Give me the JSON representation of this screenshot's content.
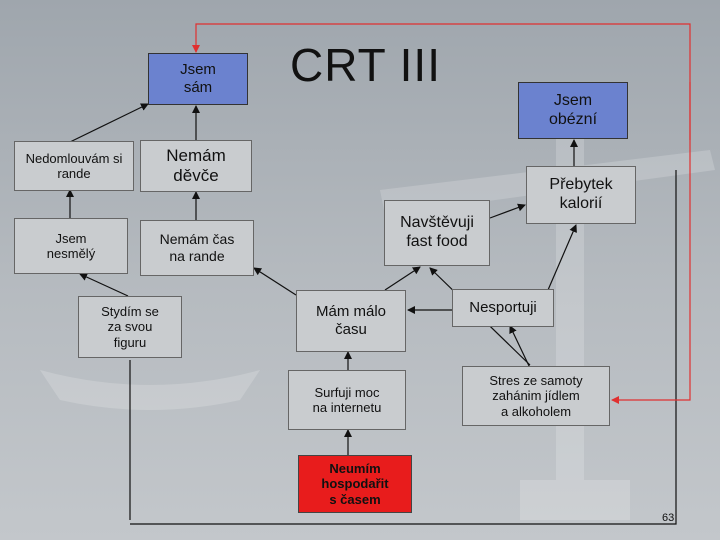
{
  "title": "CRT III",
  "page_number": "63",
  "nodes": {
    "jsem_sam": "Jsem\nsám",
    "jsem_obezni": "Jsem\nobézní",
    "nedomlouvam": "Nedomlouvám si\nrande",
    "nemam_devce": "Nemám\nděvče",
    "prebytek": "Přebytek\nkalorií",
    "navstevuji": "Navštěvuji\nfast food",
    "jsem_nesmely": "Jsem\nnesmělý",
    "nemam_cas": "Nemám čas\nna rande",
    "stydim_se": "Stydím se\nza svou\nfiguru",
    "mam_malo": "Mám málo\nčasu",
    "nesportuji": "Nesportuji",
    "surfuji": "Surfuji  moc\nna internetu",
    "stres": "Stres ze samoty\nzahánim jídlem\na alkoholem",
    "neumim": "Neumím\nhospodařit\ns časem"
  },
  "colors": {
    "blue_box": "#6b82cf",
    "gray_box": "#c9cccf",
    "red_box": "#e81c1c",
    "loop_line": "#e03030",
    "arrow_line": "#111111"
  }
}
